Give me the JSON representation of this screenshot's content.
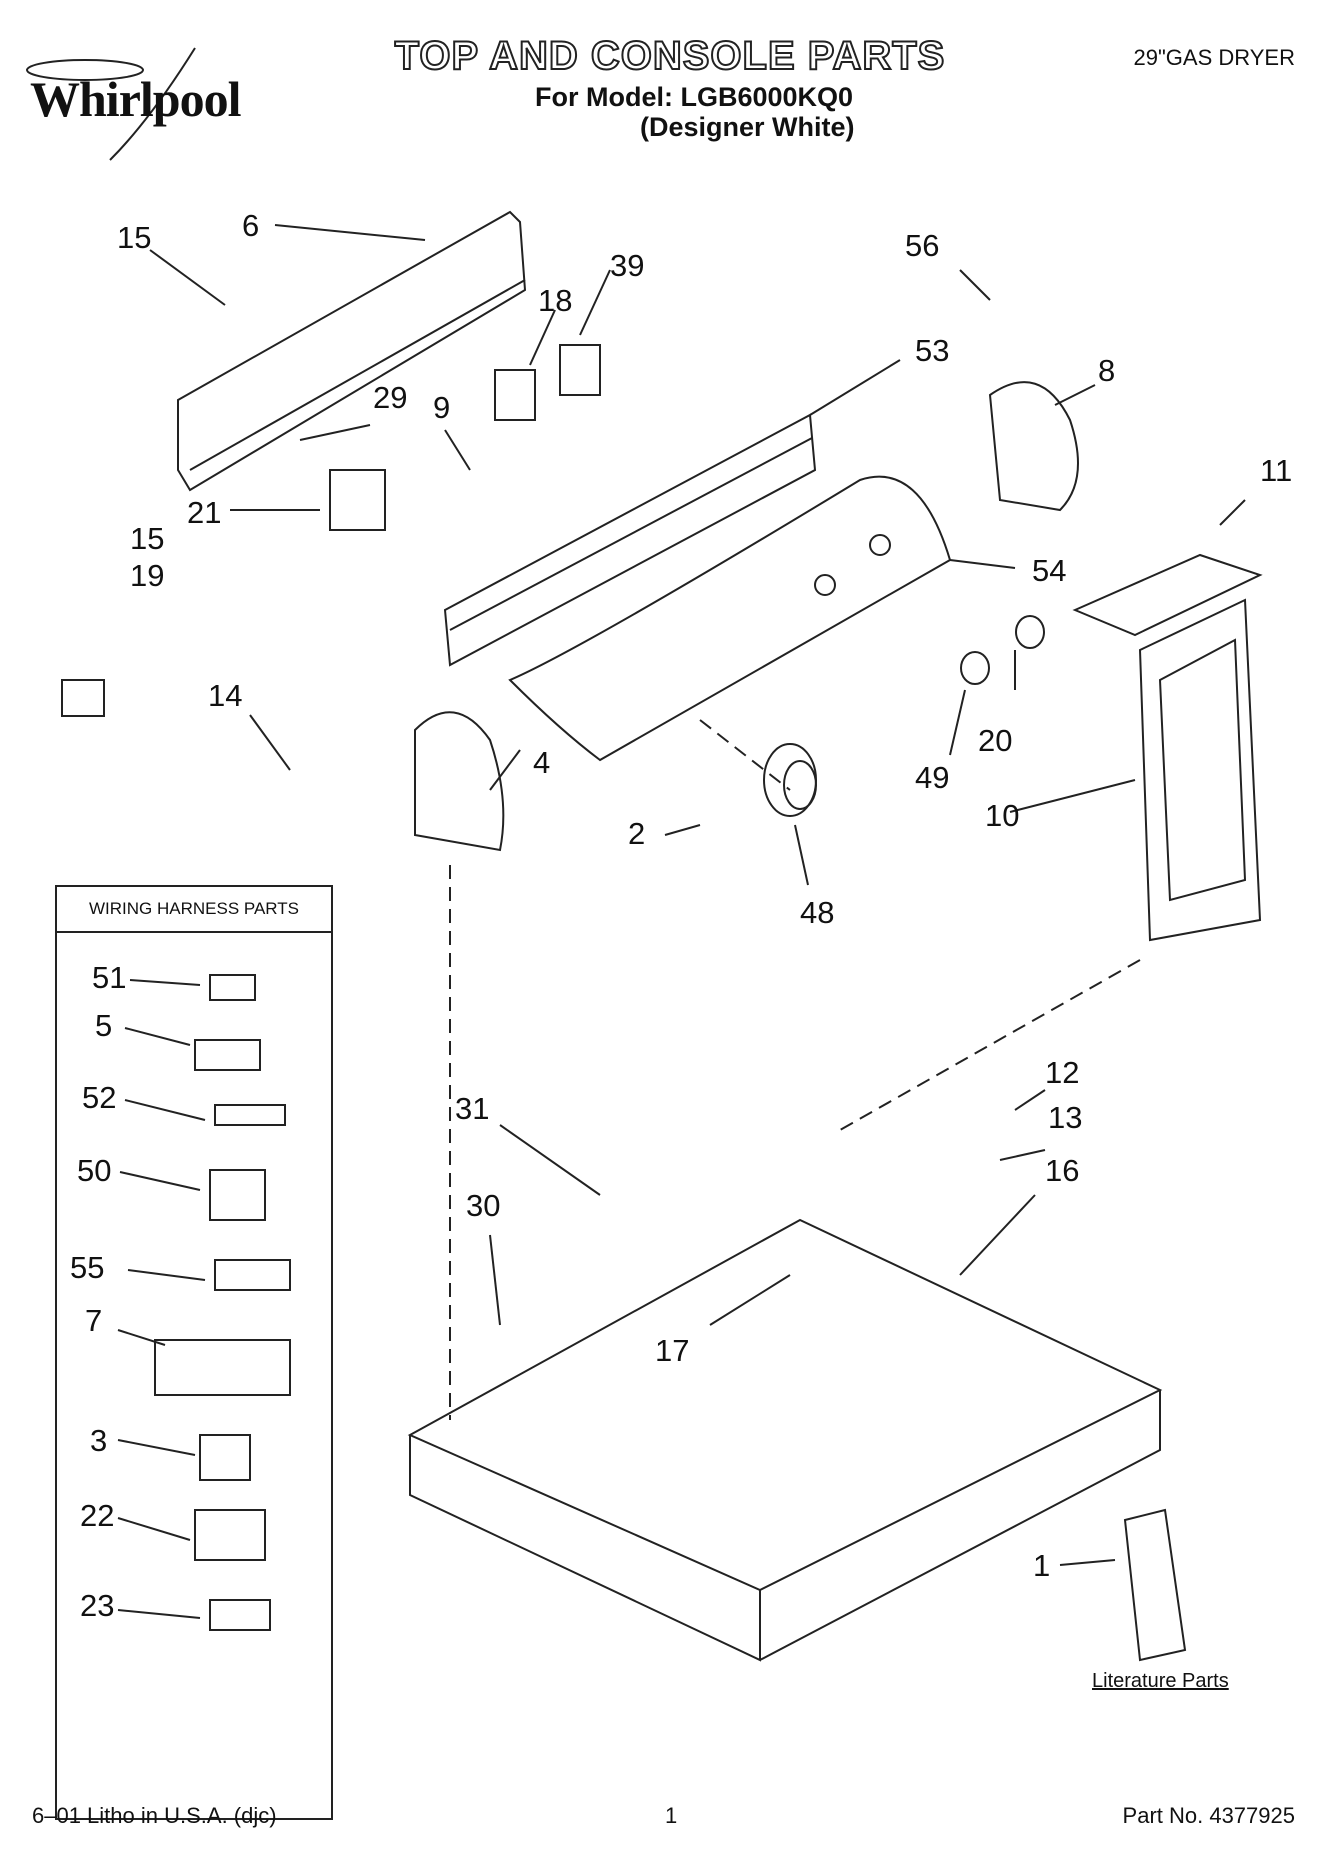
{
  "header": {
    "brand": "Whirlpool",
    "title": "TOP AND CONSOLE PARTS",
    "model_line": "For Model: LGB6000KQ0",
    "variant": "(Designer White)",
    "product": "29\"GAS DRYER"
  },
  "callouts": [
    "15",
    "6",
    "39",
    "18",
    "56",
    "53",
    "8",
    "29",
    "9",
    "21",
    "15",
    "19",
    "11",
    "54",
    "14",
    "20",
    "49",
    "4",
    "10",
    "2",
    "48",
    "12",
    "31",
    "13",
    "16",
    "30",
    "17",
    "1"
  ],
  "legend": {
    "title": "WIRING HARNESS PARTS",
    "items": [
      "51",
      "5",
      "52",
      "50",
      "55",
      "7",
      "3",
      "22",
      "23"
    ]
  },
  "literature_label": "Literature Parts",
  "footer": {
    "left": "6–01 Litho in U.S.A. (djc)",
    "page": "1",
    "part_no": "Part No. 4377925"
  },
  "colors": {
    "ink": "#222222",
    "paper": "#ffffff",
    "fill": "#eeeeee"
  }
}
